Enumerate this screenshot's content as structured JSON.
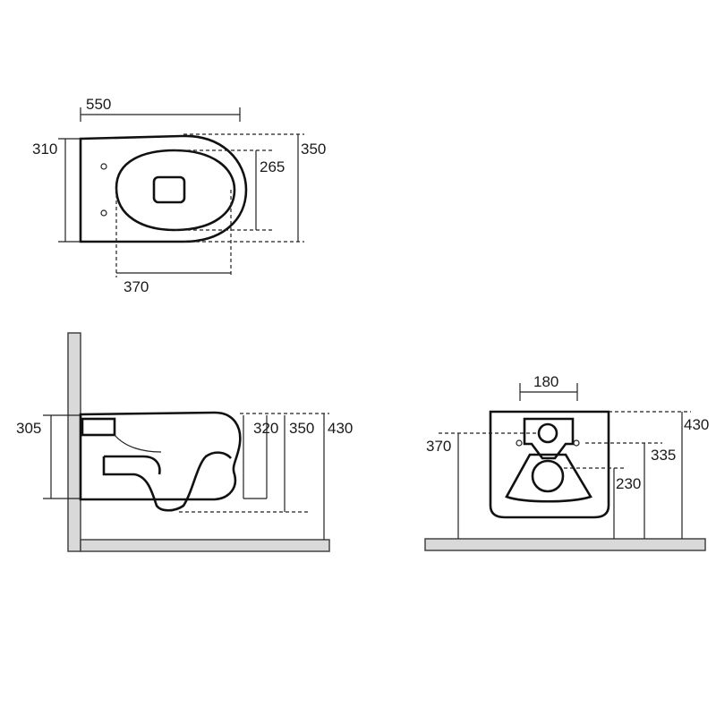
{
  "top_view": {
    "length": "550",
    "width": "310",
    "overall_width": "350",
    "seat_width": "265",
    "seat_length": "370"
  },
  "side_view": {
    "wall_height": "305",
    "rim_height": "320",
    "height_350": "350",
    "height_430": "430"
  },
  "front_view": {
    "hole_spacing": "180",
    "left_height": "370",
    "right_height": "430",
    "inlet_height": "335",
    "outlet_height": "230"
  }
}
